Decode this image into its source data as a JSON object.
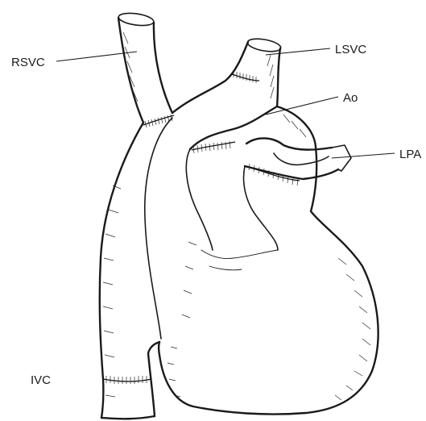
{
  "labels": {
    "rsvc": "RSVC",
    "lsvc": "LSVC",
    "ao": "Ao",
    "lpa": "LPA",
    "ivc": "IVC"
  },
  "colors": {
    "ink": "#1a1a1a",
    "background": "#ffffff"
  }
}
